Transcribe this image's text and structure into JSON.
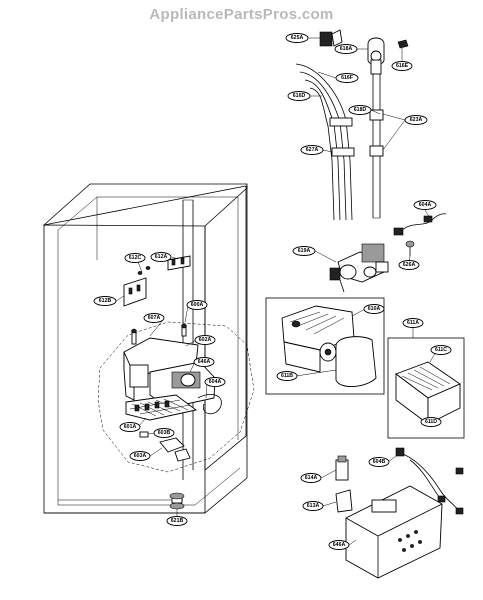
{
  "watermark": "AppliancePartsPros.com",
  "callouts": {
    "c625A": "625A",
    "c618A": "618A",
    "c616E": "616E",
    "c616F": "616F",
    "c616D": "616D",
    "c618D": "618D",
    "c623A": "623A",
    "c627A": "627A",
    "c604A_top": "604A",
    "c619A": "619A",
    "c626A": "626A",
    "c612C": "612C",
    "c612A": "612A",
    "c612B": "612B",
    "c607A": "607A",
    "c600A": "600A",
    "c602A": "602A",
    "c646A": "646A",
    "c604A": "604A",
    "c601A": "601A",
    "c603B": "603B",
    "c603A": "603A",
    "c621B": "621B",
    "c610A": "610A",
    "c611A": "611A",
    "c611B": "611B",
    "c611C": "611C",
    "c611D": "611D",
    "c614A": "614A",
    "c604B": "604B",
    "c613A": "613A",
    "c646A_b": "646A"
  }
}
